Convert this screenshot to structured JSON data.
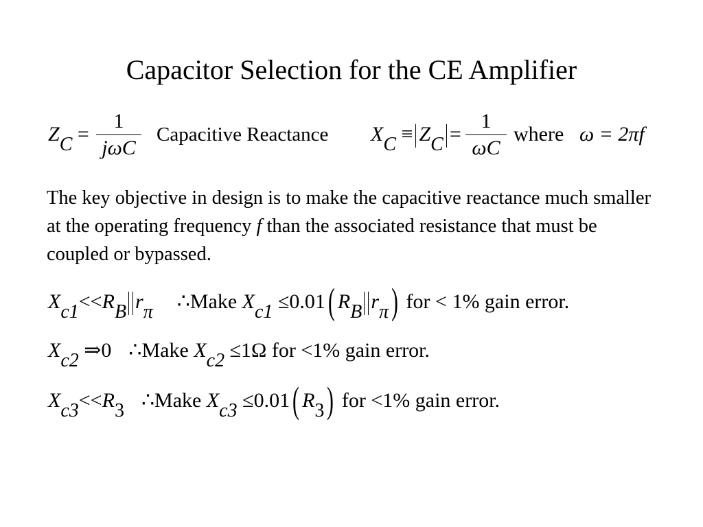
{
  "slide": {
    "title": "Capacitor Selection for the CE Amplifier",
    "equation_line": {
      "zc_symbol": "Z",
      "zc_sub": "C",
      "eq": "=",
      "frac1_num": "1",
      "frac1_den": "jωC",
      "label": "Capacitive Reactance",
      "xc_symbol": "X",
      "xc_sub": "C",
      "equiv": "≡",
      "abs_z": "Z",
      "abs_sub": "C",
      "eq2": "=",
      "frac2_num": "1",
      "frac2_den": "ωC",
      "where": "where",
      "omega_def": "ω = 2πf"
    },
    "paragraph": {
      "part1": "The key objective in design is to make the capacitive reactance much smaller at the operating frequency ",
      "f_symbol": "f",
      "part2": "  than the associated resistance that must be coupled or bypassed."
    },
    "rows": [
      {
        "x": "X",
        "sub": "c1",
        "relation": "<<",
        "rhs": "R",
        "rhs_sub": "B",
        "parallel_r": "r",
        "parallel_sub": "π",
        "therefore": "∴Make",
        "make_x": "X",
        "make_sub": "c1",
        "leq": "≤",
        "coef": "0.01",
        "paren_r": "R",
        "paren_r_sub": "B",
        "paren_pr": "r",
        "paren_pr_sub": "π",
        "for": "for",
        "lt": "<",
        "tail": "1% gain error."
      },
      {
        "x": "X",
        "sub": "c2",
        "relation": "⇒",
        "rhs": "0",
        "therefore": "∴Make",
        "make_x": "X",
        "make_sub": "c2",
        "leq": "≤",
        "value": "1Ω",
        "for": "for",
        "lt": "<",
        "tail": "1% gain error."
      },
      {
        "x": "X",
        "sub": "c3",
        "relation": "<<",
        "rhs": "R",
        "rhs_sub": "3",
        "therefore": "∴Make",
        "make_x": "X",
        "make_sub": "c3",
        "leq": "≤",
        "coef": "0.01",
        "paren_r": "R",
        "paren_r_sub": "3",
        "for": "for",
        "lt": "<",
        "tail": "1% gain error."
      }
    ]
  }
}
